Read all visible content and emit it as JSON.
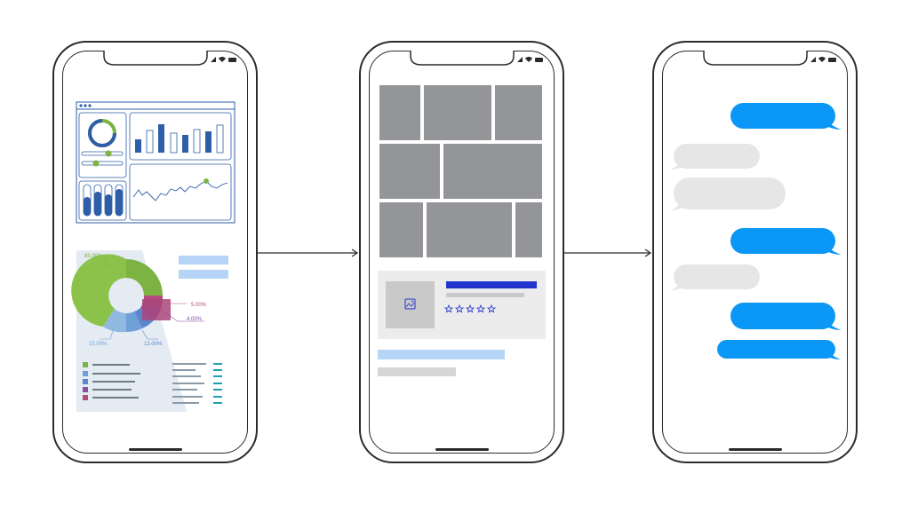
{
  "colors": {
    "outline": "#2b2b2b",
    "dashboard_blue": "#2e5ea8",
    "dashboard_green": "#7cb342",
    "tile_gray": "#939598",
    "card_bg": "#ececec",
    "rating_blue": "#2233cc",
    "highlight_blue": "#b6d4f5",
    "bubble_sent": "#0a97f5",
    "bubble_received": "#e6e6e6"
  },
  "donut_labels": {
    "top": "65.00%",
    "right_top": "5.00%",
    "right_bottom": "4.00%",
    "bottom_left": "15.00%",
    "bottom_right": "13.00%"
  },
  "icons": {
    "status": [
      "signal-icon",
      "wifi-icon",
      "battery-icon"
    ],
    "product": "image-icon",
    "rating": "star-icon"
  },
  "screens": [
    "dashboard",
    "gallery",
    "chat"
  ]
}
